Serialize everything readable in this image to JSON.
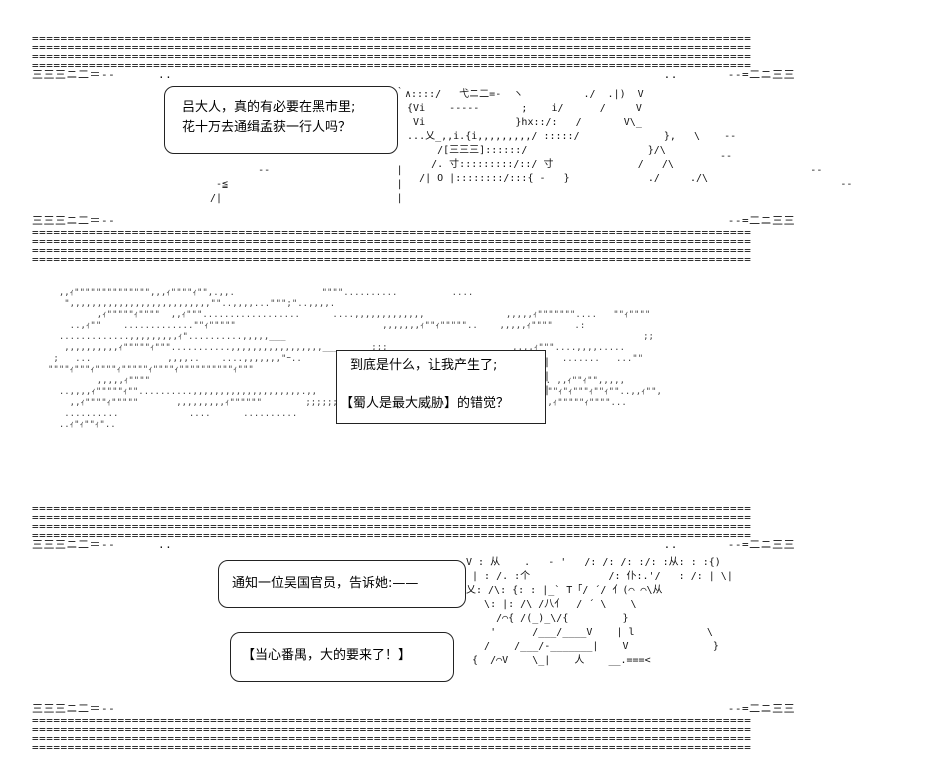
{
  "panel1": {
    "speech_lines": [
      "吕大人，真的有必要在黑市里;",
      "花十万去通缉孟获一行人吗？"
    ]
  },
  "panel2": {
    "speech_lines": [
      "到底是什么，让我产生了;",
      "【蜀人是最大威胁】的错觉？"
    ]
  },
  "panel3": {
    "speech_lines": [
      "通知一位吴国官员，告诉她:——",
      "【当心番禺，大的要来了！】"
    ]
  }
}
